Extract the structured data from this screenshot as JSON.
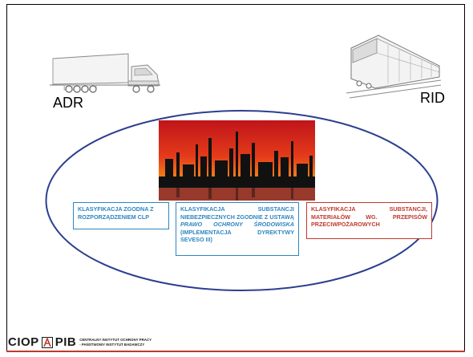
{
  "labels": {
    "left": "ADR",
    "right": "RID"
  },
  "icons": {
    "left": "truck-icon",
    "right": "train-icon",
    "center": "industrial-skyline-image"
  },
  "boxes": {
    "clp": {
      "text": "KLASYFIKACJA ZGODNA Z ROZPORZĄDZENIEM CLP",
      "color": "#2e86c1"
    },
    "seveso": {
      "text_before": "KLASYFIKACJA SUBSTANCJI NIEBEZPIECZNYCH ZGODNIE Z USTAWĄ ",
      "text_italic": "PRAWO OCHRONY ŚRODOWISKA",
      "text_after": " (IMPLEMENTACJA DYREKTYWY SEVESO III)",
      "color": "#2e86c1"
    },
    "ppoz": {
      "text": "KLASYFIKACJA SUBSTANCJI, MATERIAŁÓW WG. PRZEPISÓW PRZECIWPOŻAROWYCH",
      "color": "#c0392b"
    }
  },
  "colors": {
    "ellipse_border": "#2c3e8f",
    "footer_line": "#c0392b"
  },
  "footer": {
    "logo_left": "CIOP",
    "logo_right": "PIB",
    "subtitle_line1": "CENTRALNY INSTYTUT OCHRONY PRACY",
    "subtitle_line2": "- PAŃSTWOWY INSTYTUT BADAWCZY"
  }
}
